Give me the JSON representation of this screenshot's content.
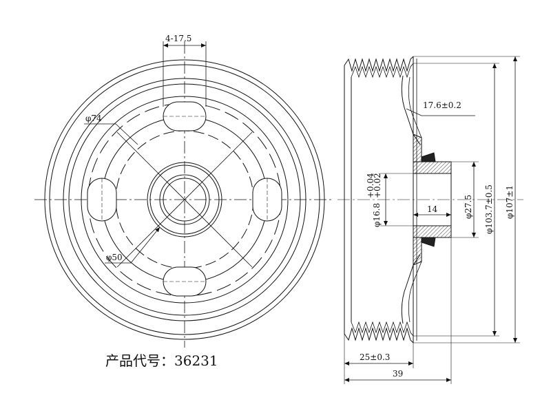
{
  "front_view": {
    "slot_dim": "4-17.5",
    "dia_74": "φ74",
    "dia_50": "φ50"
  },
  "caption": {
    "label": "产品代号：",
    "code": "36231"
  },
  "side_view": {
    "dim_17_6": "17.6±0.2",
    "dim_16_8": "φ16.8",
    "dim_16_8_upper": "+0.04",
    "dim_16_8_lower": "+0.02",
    "dim_14": "14",
    "dim_27_5": "φ27.5",
    "dim_103_7": "φ103.7±0.5",
    "dim_107": "φ107±1",
    "dim_25": "25±0.3",
    "dim_39": "39"
  }
}
